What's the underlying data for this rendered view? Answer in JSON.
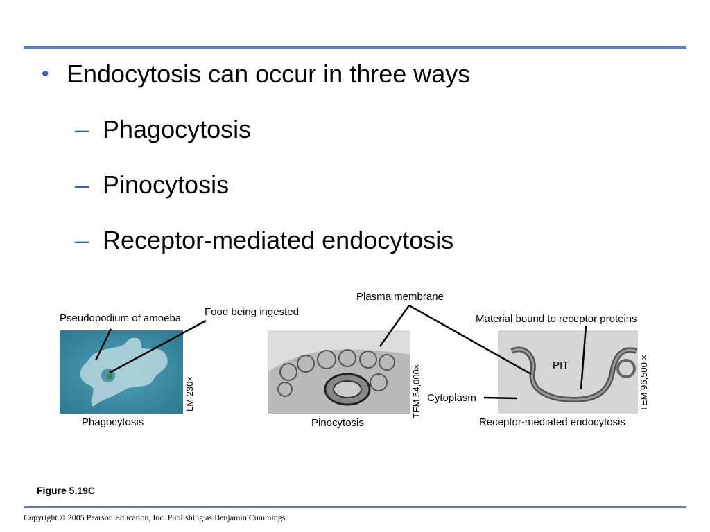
{
  "slide": {
    "bullet": "Endocytosis can occur in three ways",
    "sub_items": [
      "Phagocytosis",
      "Pinocytosis",
      "Receptor-mediated endocytosis"
    ]
  },
  "figure": {
    "labels": {
      "pseudopodium": "Pseudopodium of amoeba",
      "food": "Food being ingested",
      "plasma_membrane": "Plasma membrane",
      "material_bound": "Material bound to receptor proteins",
      "pit": "PIT",
      "cytoplasm": "Cytoplasm"
    },
    "scales": {
      "lm": "LM 230×",
      "tem1": "TEM 54,000×",
      "tem2": "TEM 96,500 ×"
    },
    "captions": {
      "phago": "Phagocytosis",
      "pino": "Pinocytosis",
      "receptor": "Receptor-mediated endocytosis"
    },
    "number": "Figure 5.19C"
  },
  "footer": {
    "copyright": "Copyright © 2005 Pearson Education, Inc. Publishing as Benjamin Cummings"
  }
}
